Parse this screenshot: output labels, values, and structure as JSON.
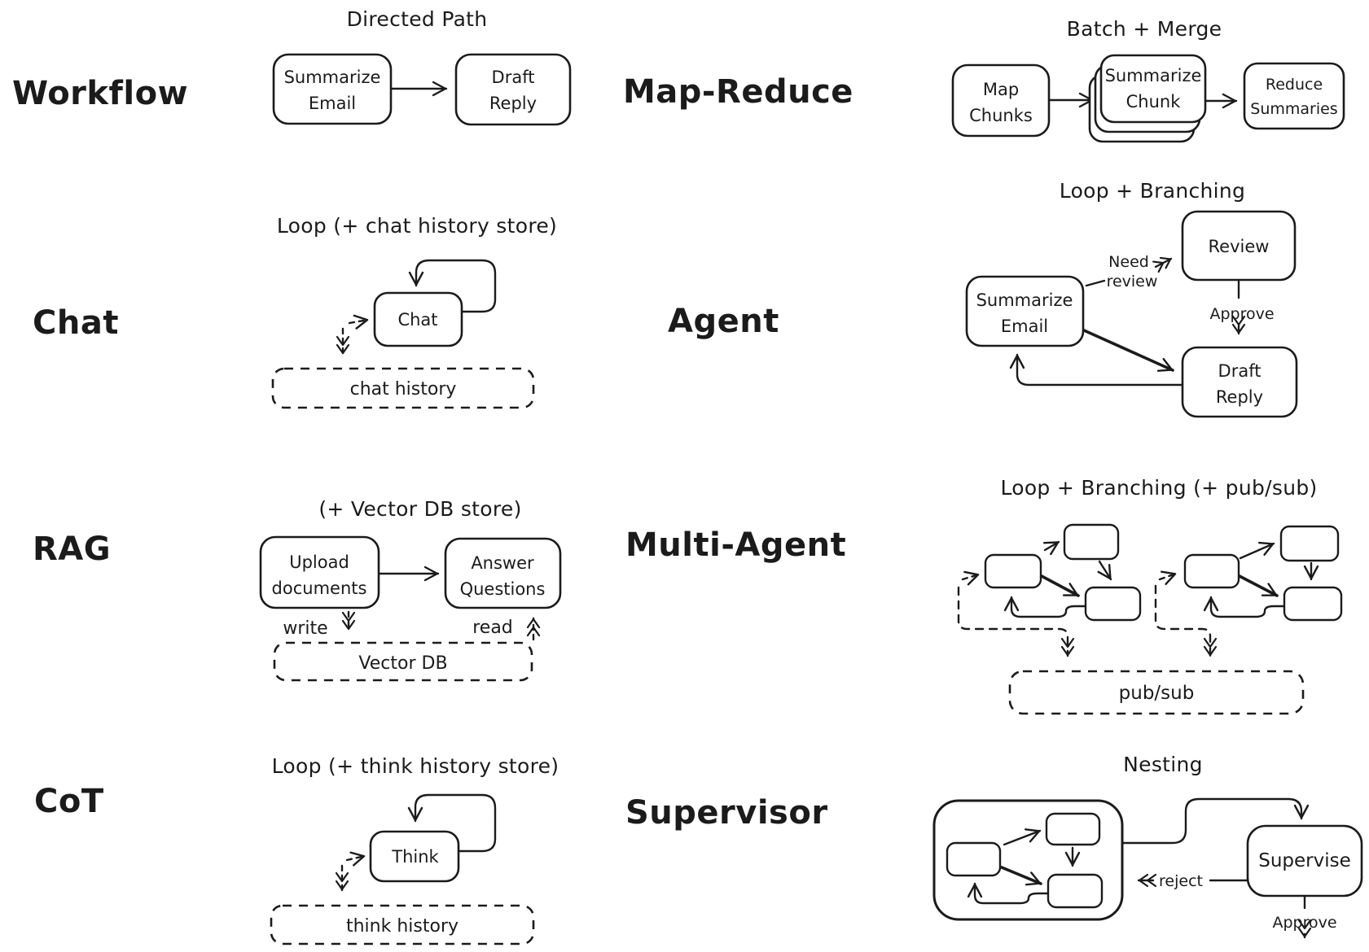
{
  "page": {
    "background": "#ffffff",
    "ink": "#1b1b1b"
  },
  "sections": {
    "workflow": {
      "label": "Workflow",
      "title": "Directed Path",
      "node_summarize_line1": "Summarize",
      "node_summarize_line2": "Email",
      "node_draft_line1": "Draft",
      "node_draft_line2": "Reply"
    },
    "map_reduce": {
      "label": "Map-Reduce",
      "title": "Batch + Merge",
      "node_map_line1": "Map",
      "node_map_line2": "Chunks",
      "node_summarize_line1": "Summarize",
      "node_summarize_line2": "Chunk",
      "node_reduce_line1": "Reduce",
      "node_reduce_line2": "Summaries"
    },
    "chat": {
      "label": "Chat",
      "title": "Loop (+ chat history store)",
      "node_chat": "Chat",
      "store": "chat history"
    },
    "agent": {
      "label": "Agent",
      "title": "Loop + Branching",
      "node_summarize_line1": "Summarize",
      "node_summarize_line2": "Email",
      "node_review": "Review",
      "node_draft_line1": "Draft",
      "node_draft_line2": "Reply",
      "edge_need_review_line1": "Need",
      "edge_need_review_line2": "review",
      "edge_approve": "Approve"
    },
    "rag": {
      "label": "RAG",
      "title": "(+ Vector DB store)",
      "node_upload_line1": "Upload",
      "node_upload_line2": "documents",
      "node_answer_line1": "Answer",
      "node_answer_line2": "Questions",
      "edge_write": "write",
      "edge_read": "read",
      "store": "Vector DB"
    },
    "multi_agent": {
      "label": "Multi-Agent",
      "title": "Loop + Branching (+ pub/sub)",
      "store": "pub/sub"
    },
    "cot": {
      "label": "CoT",
      "title": "Loop (+ think history store)",
      "node_think": "Think",
      "store": "think history"
    },
    "supervisor": {
      "label": "Supervisor",
      "title": "Nesting",
      "node_supervise": "Supervise",
      "edge_reject": "reject",
      "edge_approve": "Approve"
    }
  }
}
